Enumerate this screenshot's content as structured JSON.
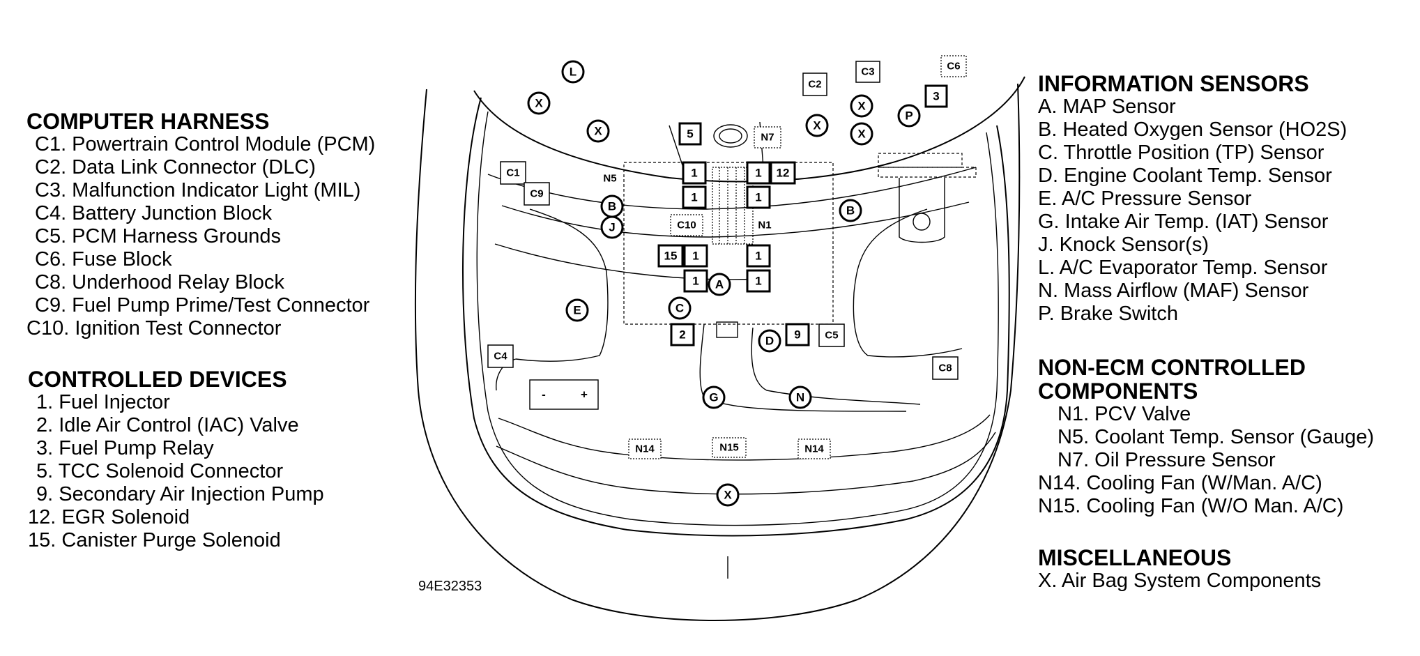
{
  "sections": {
    "computer_harness": {
      "title": "COMPUTER HARNESS",
      "items": [
        "C1. Powertrain Control Module (PCM)",
        "C2. Data Link Connector (DLC)",
        "C3. Malfunction Indicator Light (MIL)",
        "C4. Battery Junction Block",
        "C5. PCM Harness Grounds",
        "C6. Fuse Block",
        "C8. Underhood Relay Block",
        "C9. Fuel Pump Prime/Test Connector",
        "C10. Ignition Test Connector"
      ]
    },
    "controlled_devices": {
      "title": "CONTROLLED DEVICES",
      "items": [
        "1. Fuel Injector",
        "2. Idle Air Control (IAC) Valve",
        "3. Fuel Pump Relay",
        "5. TCC Solenoid Connector",
        "9. Secondary Air Injection Pump",
        "12. EGR Solenoid",
        "15. Canister Purge Solenoid"
      ]
    },
    "information_sensors": {
      "title": "INFORMATION SENSORS",
      "items": [
        "A. MAP Sensor",
        "B. Heated Oxygen Sensor (HO2S)",
        "C. Throttle Position (TP) Sensor",
        "D. Engine Coolant Temp. Sensor",
        "E. A/C Pressure Sensor",
        "G. Intake Air Temp. (IAT) Sensor",
        "J. Knock Sensor(s)",
        "L. A/C Evaporator Temp. Sensor",
        "N. Mass Airflow (MAF) Sensor",
        "P. Brake Switch"
      ]
    },
    "non_ecm": {
      "title_line1": "NON-ECM CONTROLLED",
      "title_line2": "COMPONENTS",
      "items": [
        "N1. PCV Valve",
        "N5. Coolant Temp. Sensor (Gauge)",
        "N7. Oil Pressure Sensor",
        "N14. Cooling Fan (W/Man. A/C)",
        "N15. Cooling Fan (W/O Man. A/C)"
      ]
    },
    "miscellaneous": {
      "title": "MISCELLANEOUS",
      "items": [
        "X. Air Bag System Components"
      ]
    }
  },
  "diagram": {
    "figure_code": "94E32353",
    "labels": {
      "L": "L",
      "X": "X",
      "P": "P",
      "B": "B",
      "J": "J",
      "E": "E",
      "A": "A",
      "C": "C",
      "D": "D",
      "G": "G",
      "N": "N",
      "c1": "C1",
      "c2": "C2",
      "c3": "C3",
      "c4": "C4",
      "c5": "C5",
      "c6": "C6",
      "c8": "C8",
      "c9": "C9",
      "c10": "C10",
      "n1": "N1",
      "n5": "N5",
      "n7": "N7",
      "n14": "N14",
      "n15": "N15",
      "d1": "1",
      "d2": "2",
      "d3": "3",
      "d5": "5",
      "d9": "9",
      "d12": "12",
      "d15": "15",
      "battery_neg": "-",
      "battery_pos": "+"
    }
  }
}
